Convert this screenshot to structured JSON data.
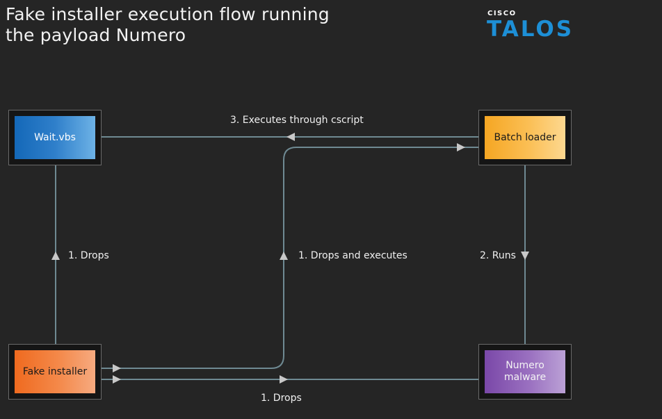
{
  "title": {
    "line1": "Fake installer execution flow running",
    "line2": "the payload Numero"
  },
  "logo": {
    "brand_small": "CISCO",
    "brand_large": "TALOS",
    "color": "#1d8fd6"
  },
  "nodes": {
    "wait": {
      "label": "Wait.vbs"
    },
    "batch": {
      "label": "Batch loader"
    },
    "fake": {
      "label": "Fake installer"
    },
    "numero": {
      "label": "Numero malware"
    }
  },
  "edges": {
    "executes_cscript": "3. Executes through cscript",
    "drops_wait": "1. Drops",
    "drops_executes": "1. Drops and executes",
    "runs": "2. Runs",
    "drops_numero": "1. Drops"
  },
  "colors": {
    "edge": "#6f8a93",
    "arrow": "#c8c8c8",
    "background": "#252525"
  }
}
